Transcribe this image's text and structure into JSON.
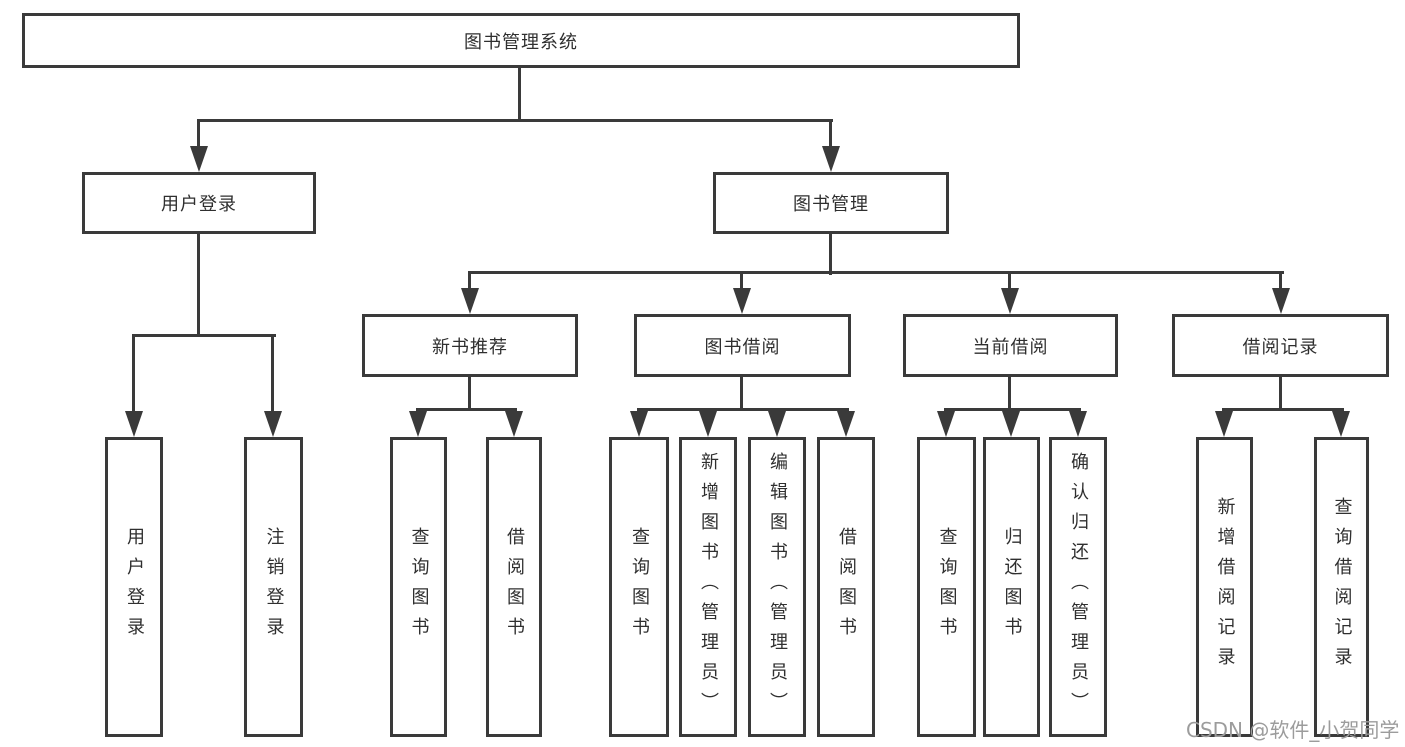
{
  "colors": {
    "background": "#ffffff",
    "line": "#3a3a3a",
    "box_border": "#3a3a3a",
    "text": "#2f2f2f",
    "watermark": "#9c9c9c"
  },
  "nodes": {
    "root": {
      "label": "图书管理系统"
    },
    "user_login": {
      "label": "用户登录"
    },
    "book_management": {
      "label": "图书管理"
    },
    "new_book_recommend": {
      "label": "新书推荐"
    },
    "book_borrow": {
      "label": "图书借阅"
    },
    "current_borrow": {
      "label": "当前借阅"
    },
    "borrow_records": {
      "label": "借阅记录"
    },
    "leaf_user_login": {
      "label": "用户登录"
    },
    "leaf_logout": {
      "label": "注销登录"
    },
    "leaf_query_books_1": {
      "label": "查询图书"
    },
    "leaf_borrow_books_1": {
      "label": "借阅图书"
    },
    "leaf_query_books_2": {
      "label": "查询图书"
    },
    "leaf_add_book": {
      "label": "新增图书（管理员）"
    },
    "leaf_edit_book": {
      "label": "编辑图书（管理员）"
    },
    "leaf_borrow_books_2": {
      "label": "借阅图书"
    },
    "leaf_query_books_3": {
      "label": "查询图书"
    },
    "leaf_return_book": {
      "label": "归还图书"
    },
    "leaf_confirm_return": {
      "label": "确认归还（管理员）"
    },
    "leaf_add_record": {
      "label": "新增借阅记录"
    },
    "leaf_query_record": {
      "label": "查询借阅记录"
    }
  },
  "hierarchy": {
    "图书管理系统": [
      "用户登录",
      "图书管理"
    ],
    "用户登录": [
      "用户登录",
      "注销登录"
    ],
    "图书管理": [
      "新书推荐",
      "图书借阅",
      "当前借阅",
      "借阅记录"
    ],
    "新书推荐": [
      "查询图书",
      "借阅图书"
    ],
    "图书借阅": [
      "查询图书",
      "新增图书（管理员）",
      "编辑图书（管理员）",
      "借阅图书"
    ],
    "当前借阅": [
      "查询图书",
      "归还图书",
      "确认归还（管理员）"
    ],
    "借阅记录": [
      "新增借阅记录",
      "查询借阅记录"
    ]
  },
  "watermark": {
    "text": "CSDN @软件_小贺同学"
  }
}
